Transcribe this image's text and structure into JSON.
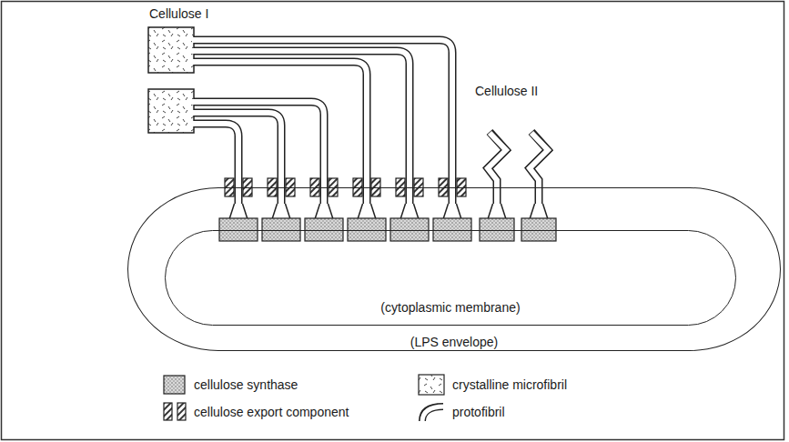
{
  "diagram": {
    "nodes": [
      {
        "text": [
          "(LPS envelope)"
        ]
      },
      {
        "text": [
          "(cytoplasmic membrane)"
        ],
        "in": 0
      }
    ],
    "labels": [
      "Cellulose I",
      "Cellulose II"
    ],
    "legend": [
      {
        "text": "cellulose synthase"
      },
      {
        "text": "crystalline microfibril"
      },
      {
        "text": "cellulose export component"
      },
      {
        "text": "protofibril"
      }
    ]
  }
}
